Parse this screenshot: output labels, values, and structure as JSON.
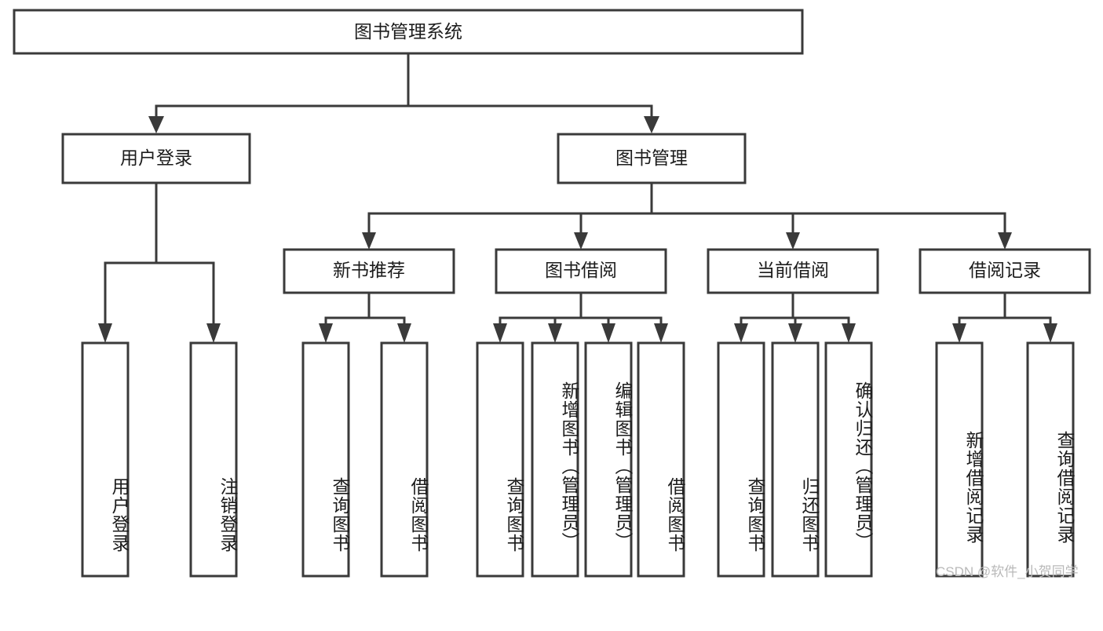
{
  "diagram": {
    "type": "tree",
    "title": "图书管理系统",
    "watermark": "CSDN @软件_小贺同学",
    "colors": {
      "stroke": "#3a3a3a",
      "fill": "#ffffff",
      "text": "#1c1c1c",
      "watermark": "#b9b9b9"
    },
    "root": {
      "label": "图书管理系统"
    },
    "level2": [
      {
        "label": "用户登录"
      },
      {
        "label": "图书管理"
      }
    ],
    "level3": [
      {
        "label": "新书推荐"
      },
      {
        "label": "图书借阅"
      },
      {
        "label": "当前借阅"
      },
      {
        "label": "借阅记录"
      }
    ],
    "leaves": {
      "user_login": [
        {
          "label": "用户登录"
        },
        {
          "label": "注销登录"
        }
      ],
      "new_book_recommend": [
        {
          "label": "查询图书"
        },
        {
          "label": "借阅图书"
        }
      ],
      "book_borrow": [
        {
          "label": "查询图书"
        },
        {
          "label": "新增图书（管理员）"
        },
        {
          "label": "编辑图书（管理员）"
        },
        {
          "label": "借阅图书"
        }
      ],
      "current_borrow": [
        {
          "label": "查询图书"
        },
        {
          "label": "归还图书"
        },
        {
          "label": "确认归还（管理员）"
        }
      ],
      "borrow_record": [
        {
          "label": "新增借阅记录"
        },
        {
          "label": "查询借阅记录"
        }
      ]
    }
  }
}
